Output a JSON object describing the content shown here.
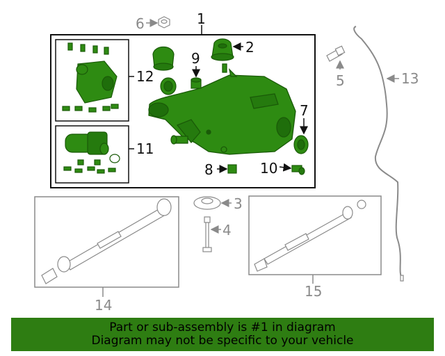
{
  "diagram": {
    "callouts": {
      "c1": "1",
      "c2": "2",
      "c3": "3",
      "c4": "4",
      "c5": "5",
      "c6": "6",
      "c7": "7",
      "c8": "8",
      "c9": "9",
      "c10": "10",
      "c11": "11",
      "c12": "12",
      "c13": "13",
      "c14": "14",
      "c15": "15"
    },
    "colors": {
      "highlight": "#2e8b12",
      "highlight_dark": "#1a5a08",
      "outline": "#222222",
      "gray": "#8a8a8a"
    }
  },
  "banner": {
    "line1": "Part or sub-assembly is #1 in diagram",
    "line2": "Diagram may not be specific to your vehicle",
    "color": "#2e7d12"
  }
}
